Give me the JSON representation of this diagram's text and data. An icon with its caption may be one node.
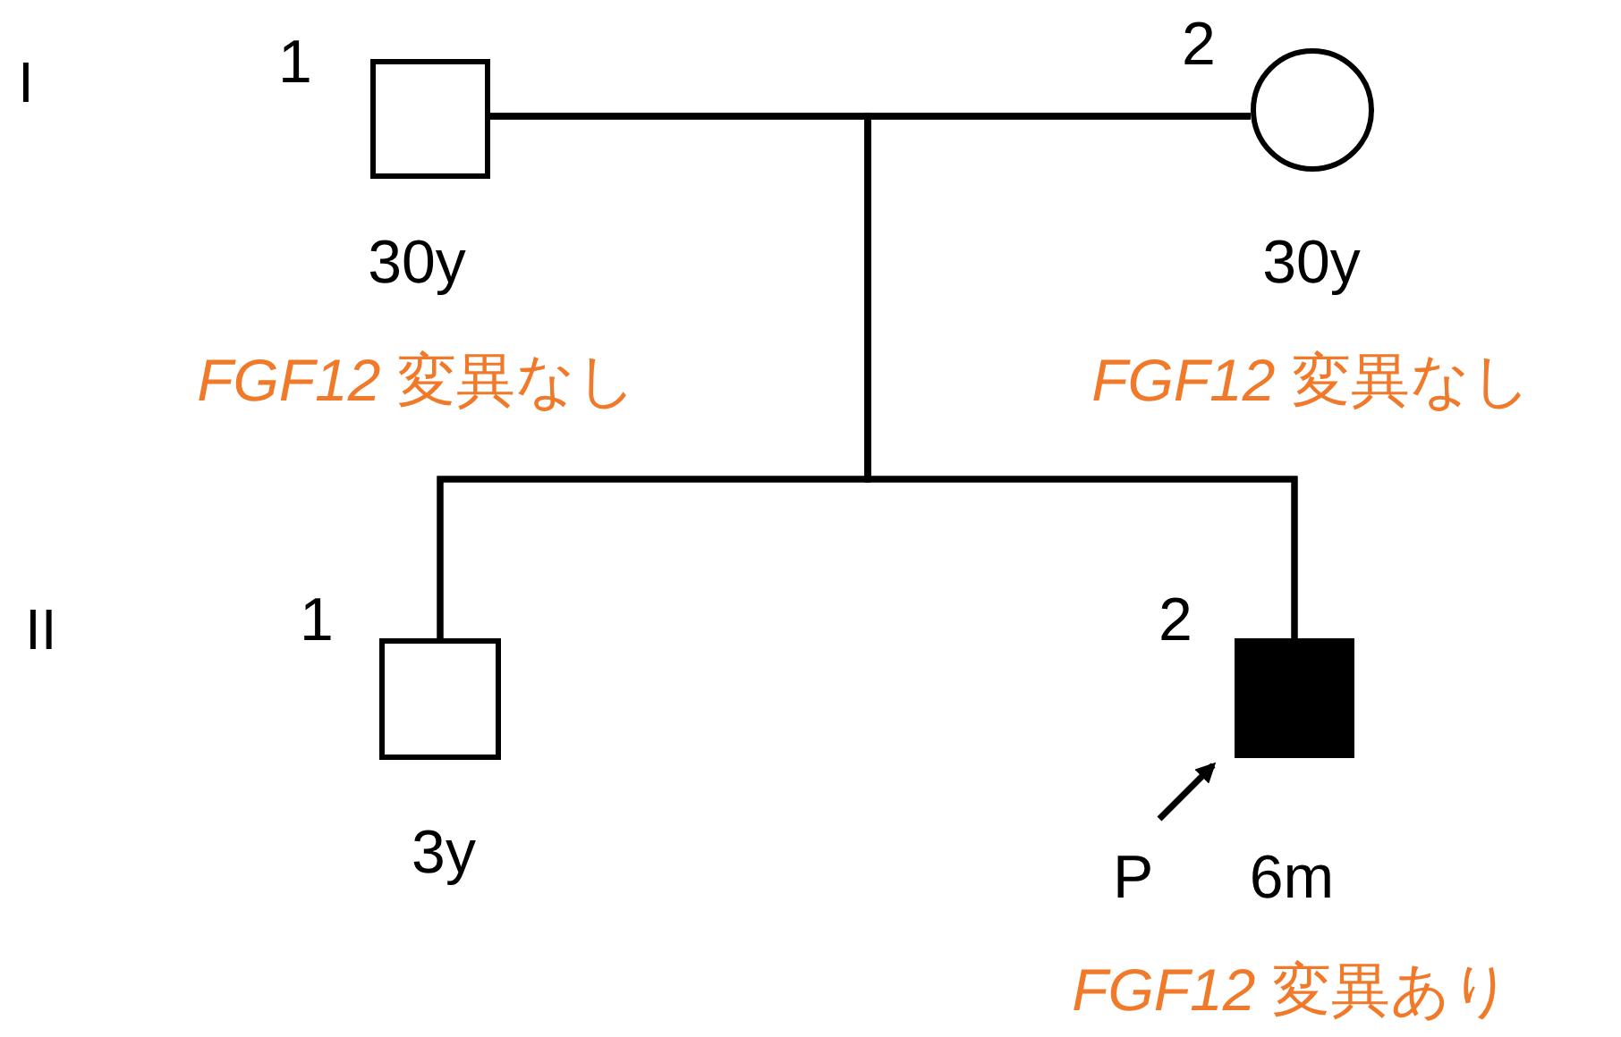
{
  "diagram": {
    "nodes": [
      {
        "text": [],
        "shape": "box",
        "beside": [
          "1",
          "30y",
          "*FGF12* 変異なし"
        ]
      },
      {
        "text": [],
        "shape": "circle",
        "beside": [
          "2",
          "30y",
          "*FGF12* 変異なし"
        ]
      },
      {
        "text": [],
        "shape": "box",
        "beside": [
          "1",
          "3y"
        ]
      },
      {
        "text": [],
        "shape": "block",
        "beside": [
          "2",
          "6m",
          "*FGF12* 変異あり"
        ]
      },
      {
        "text": [
          "P"
        ]
      }
    ],
    "edges": [
      {
        "from": 0,
        "to": 1,
        "arrow": "none"
      },
      {
        "from": 0,
        "to": 2,
        "arrow": "none"
      },
      {
        "from": 1,
        "to": 2,
        "arrow": "none"
      },
      {
        "from": 0,
        "to": 3,
        "arrow": "none"
      },
      {
        "from": 1,
        "to": 3,
        "arrow": "none"
      },
      {
        "from": 4,
        "to": 3,
        "arrow": "to"
      }
    ],
    "labels": [
      "I",
      "II"
    ]
  }
}
